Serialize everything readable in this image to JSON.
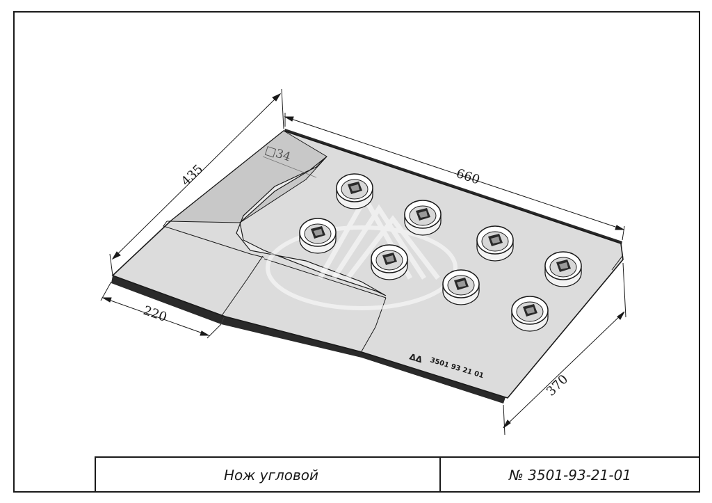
{
  "drawing": {
    "dimensions": {
      "width": "435",
      "length": "660",
      "back_edge": "220",
      "right_edge": "370",
      "square_mark": "□34"
    },
    "engraving": "3501 93 21 01",
    "holes_count": 8
  },
  "title_block": {
    "name": "Нож угловой",
    "number": "№ 3501-93-21-01"
  },
  "colors": {
    "line": "#1a1a1a",
    "plate_top": "#dcdcdc",
    "plate_dark": "#c4c4c4",
    "watermark": "#f4f4f4"
  }
}
